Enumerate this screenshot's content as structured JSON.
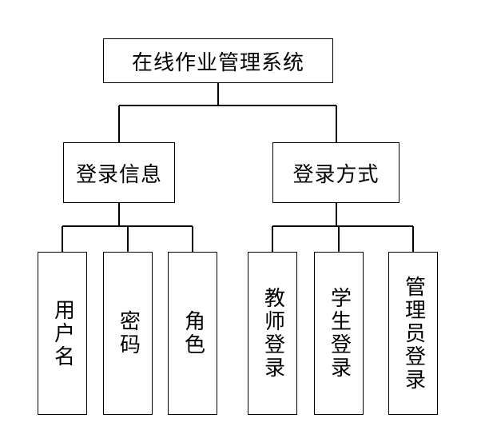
{
  "root": {
    "label": "在线作业管理系统"
  },
  "branches": [
    {
      "label": "登录信息",
      "children": [
        {
          "label": "用户名"
        },
        {
          "label": "密码"
        },
        {
          "label": "角色"
        }
      ]
    },
    {
      "label": "登录方式",
      "children": [
        {
          "label": "教师登录"
        },
        {
          "label": "学生登录"
        },
        {
          "label": "管理员登录"
        }
      ]
    }
  ],
  "colors": {
    "line": "#000000",
    "box_border": "#000000",
    "background": "#ffffff"
  }
}
